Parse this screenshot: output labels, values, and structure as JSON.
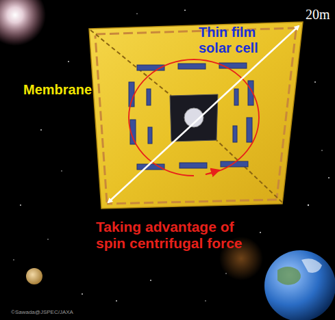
{
  "diagram": {
    "labels": [
      "Thin film solar cell",
      "20m",
      "Membrane",
      "Taking advantage of spin centrifugal force",
      "©Sawada@JSPEC/JAXA"
    ]
  }
}
